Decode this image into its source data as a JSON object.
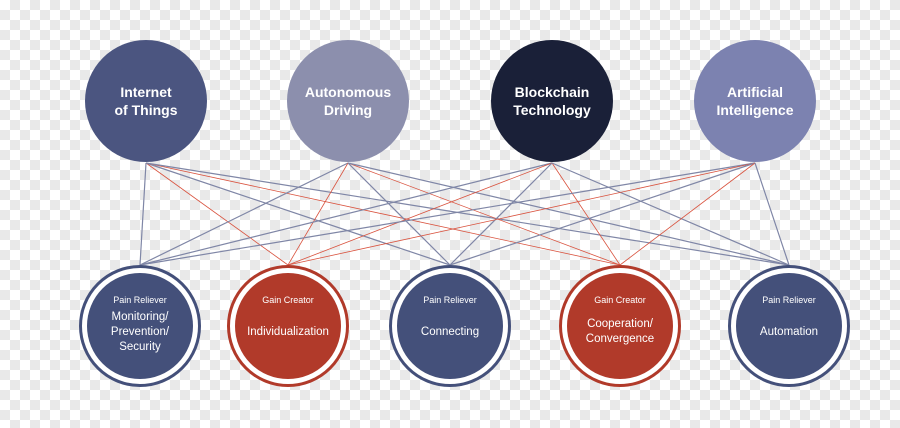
{
  "colors": {
    "iot": "#4b5580",
    "autonomous": "#8c8fad",
    "blockchain": "#1a2038",
    "ai": "#7c82b0",
    "pain_reliever": "#44507a",
    "gain_creator": "#b13a2a",
    "line_blue": "#7f86a6",
    "line_red": "#d9533f"
  },
  "technologies": [
    {
      "label": "Internet\nof Things"
    },
    {
      "label": "Autonomous\nDriving"
    },
    {
      "label": "Blockchain\nTechnology"
    },
    {
      "label": "Artificial\nIntelligence"
    }
  ],
  "outcomes": [
    {
      "type": "Pain Reliever",
      "label": "Monitoring/\nPrevention/\nSecurity"
    },
    {
      "type": "Gain Creator",
      "label": "Individualization"
    },
    {
      "type": "Pain Reliever",
      "label": "Connecting"
    },
    {
      "type": "Gain Creator",
      "label": "Cooperation/\nConvergence"
    },
    {
      "type": "Pain Reliever",
      "label": "Automation"
    }
  ]
}
